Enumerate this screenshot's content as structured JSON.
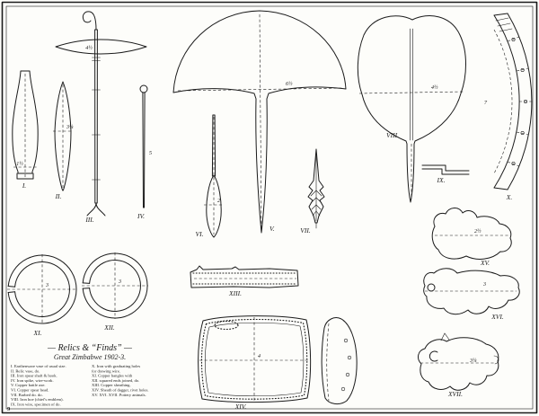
{
  "plate": {
    "page_mark": "9",
    "title": "— Relics & “Finds” —",
    "subtitle": "Great Zimbabwe  1902-3.",
    "labels": {
      "i": "I.",
      "ii": "II.",
      "iii": "III.",
      "iv": "IV.",
      "v": "V.",
      "vi": "VI.",
      "vii": "VII.",
      "viii": "VIII.",
      "ix": "IX.",
      "x": "X.",
      "xi": "XI.",
      "xii": "XII.",
      "xiii": "XIII.",
      "xiv": "XIV.",
      "xv": "XV.",
      "xvi": "XVI.",
      "xvii": "XVII."
    },
    "measures": {
      "i": "1½",
      "ii": "3¼",
      "iii": "4½",
      "iv": "5",
      "v": "6½",
      "vi": "2",
      "viii": "4½",
      "x": "7",
      "xi": "3",
      "xii": "3",
      "xiv": "4",
      "xv": "2½",
      "xvi": "3",
      "xvii": "3¼"
    },
    "legend": {
      "left": [
        "I.  Earthenware vase of usual size.",
        "II.  Relic vase,  do.",
        "III.  Iron spear shaft & hook.",
        "IV.  Iron spike, wire-work.",
        "V.  Copper battle axe.",
        "VI.  Copper spear head.",
        "VII.  Barbed  do.  do.",
        "VIII.  Iron hoe (chief's emblem).",
        "IX.  Iron wire, specimen of  do."
      ],
      "right": [
        "X.  Iron with graduating holes",
        "      for drawing wire.",
        "XI.  Copper bangles with",
        "XII.   squared ends joined,  do.",
        "XIII.  Copper sheathing.",
        "XIV.  Sheath of dagger, rivet holes.",
        "XV. XVI. XVII.  Pottery animals."
      ]
    }
  }
}
